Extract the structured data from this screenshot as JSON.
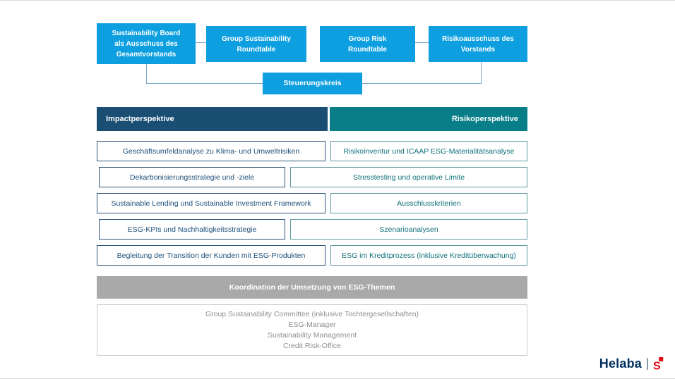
{
  "top_row": {
    "boxes": [
      {
        "label": "Sustainability Board\nals Ausschuss des\nGesamtvorstands"
      },
      {
        "label": "Group Sustainability\nRoundtable"
      },
      {
        "label": "Group Risk\nRoundtable"
      },
      {
        "label": "Risikoausschuss des\nVorstands"
      }
    ],
    "steering_label": "Steuerungskreis"
  },
  "perspectives": {
    "impact_label": "Impactperspektive",
    "risk_label": "Risikoperspektive"
  },
  "matrix": {
    "rows": [
      {
        "left": "Geschäftsumfeldanalyse zu Klima- und Umweltrisiken",
        "right": "Risikoinventur und ICAAP ESG-Materialitätsanalyse"
      },
      {
        "left": "Dekarbonisierungsstrategie und -ziele",
        "right": "Stresstesting und operative Limite"
      },
      {
        "left": "Sustainable Lending und Sustainable Investment Framework",
        "right": "Ausschlusskriterien"
      },
      {
        "left": "ESG-KPIs und Nachhaltigkeitsstrategie",
        "right": "Szenarioanalysen"
      },
      {
        "left": "Begleitung der Transition der Kunden mit ESG-Produkten",
        "right": "ESG im Kreditprozess (inklusive Kreditüberwachung)"
      }
    ]
  },
  "coordination_bar": {
    "label": "Koordination der Umsetzung von ESG-Themen"
  },
  "committee_box": {
    "lines": [
      "Group Sustainability Committee (inklusive Tochtergesellschaften)",
      "ESG-Manager",
      "Sustainability Management",
      "Credit Risk-Office"
    ]
  },
  "logo": {
    "text": "Helaba"
  },
  "colors": {
    "brand_blue": "#0d9fe0",
    "impact_navy": "#1a4e73",
    "risk_teal": "#087e88",
    "coordination_gray": "#a9a9a9",
    "logo_navy": "#002f5f",
    "sparkasse_red": "#e30613"
  }
}
